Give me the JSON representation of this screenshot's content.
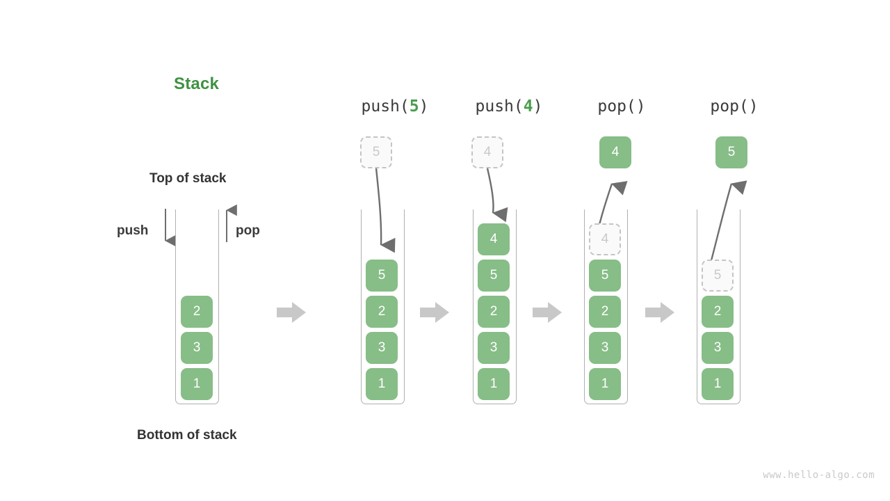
{
  "title": "Stack",
  "labels": {
    "top_of_stack": "Top of stack",
    "bottom_of_stack": "Bottom of stack",
    "push": "push",
    "pop": "pop"
  },
  "colors": {
    "cell_green": "#87bd87",
    "title_green": "#3f9142",
    "arg_green": "#4a9d4d",
    "ghost_fill": "#fafafa",
    "ghost_border": "#c4c4c4",
    "ghost_text": "#c9c9c9",
    "container_border": "#b0b0b0",
    "flow_arrow": "#c8c8c8",
    "motion_arrow": "#6e6e6e",
    "text": "#333333",
    "watermark": "#c9c9c9"
  },
  "stages": [
    {
      "name": "initial",
      "caption": null,
      "caption_parts": null,
      "cells": [
        {
          "value": "2",
          "ghost": false
        },
        {
          "value": "3",
          "ghost": false
        },
        {
          "value": "1",
          "ghost": false
        }
      ],
      "floating": null
    },
    {
      "name": "push-5",
      "caption": "push(5)",
      "caption_parts": {
        "fn": "push(",
        "arg": "5",
        "close": ")"
      },
      "cells": [
        {
          "value": "5",
          "ghost": false
        },
        {
          "value": "2",
          "ghost": false
        },
        {
          "value": "3",
          "ghost": false
        },
        {
          "value": "1",
          "ghost": false
        }
      ],
      "floating": {
        "value": "5",
        "ghost": true,
        "direction": "in"
      }
    },
    {
      "name": "push-4",
      "caption": "push(4)",
      "caption_parts": {
        "fn": "push(",
        "arg": "4",
        "close": ")"
      },
      "cells": [
        {
          "value": "4",
          "ghost": false
        },
        {
          "value": "5",
          "ghost": false
        },
        {
          "value": "2",
          "ghost": false
        },
        {
          "value": "3",
          "ghost": false
        },
        {
          "value": "1",
          "ghost": false
        }
      ],
      "floating": {
        "value": "4",
        "ghost": true,
        "direction": "in"
      }
    },
    {
      "name": "pop-4",
      "caption": "pop()",
      "caption_parts": {
        "fn": "pop(",
        "arg": "",
        "close": ")"
      },
      "cells": [
        {
          "value": "4",
          "ghost": true
        },
        {
          "value": "5",
          "ghost": false
        },
        {
          "value": "2",
          "ghost": false
        },
        {
          "value": "3",
          "ghost": false
        },
        {
          "value": "1",
          "ghost": false
        }
      ],
      "floating": {
        "value": "4",
        "ghost": false,
        "direction": "out"
      }
    },
    {
      "name": "pop-5",
      "caption": "pop()",
      "caption_parts": {
        "fn": "pop(",
        "arg": "",
        "close": ")"
      },
      "cells": [
        {
          "value": "5",
          "ghost": true
        },
        {
          "value": "2",
          "ghost": false
        },
        {
          "value": "3",
          "ghost": false
        },
        {
          "value": "1",
          "ghost": false
        }
      ],
      "floating": {
        "value": "5",
        "ghost": false,
        "direction": "out"
      }
    }
  ],
  "watermark": "www.hello-algo.com"
}
